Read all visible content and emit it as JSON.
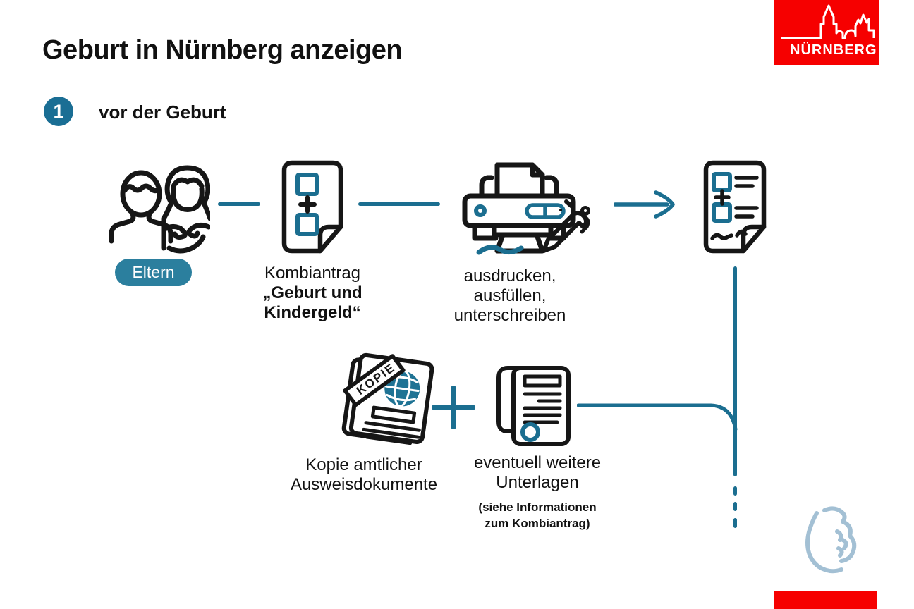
{
  "header": {
    "title": "Geburt in Nürnberg anzeigen"
  },
  "logo": {
    "city": "NÜRNBERG"
  },
  "step": {
    "number": "1",
    "label": "vor der Geburt"
  },
  "flow": {
    "eltern": {
      "label": "Eltern"
    },
    "kombiantrag": {
      "label_line1": "Kombiantrag",
      "label_line2": "„Geburt und",
      "label_line3": "Kindergeld“"
    },
    "ausdrucken": {
      "label_line1": "ausdrucken,",
      "label_line2": "ausfüllen,",
      "label_line3": "unterschreiben"
    },
    "kopie": {
      "stamp": "KOPIE",
      "label_line1": "Kopie amtlicher",
      "label_line2": "Ausweisdokumente"
    },
    "unterlagen": {
      "label_line1": "eventuell weitere",
      "label_line2": "Unterlagen",
      "note_line1": "(siehe Informationen",
      "note_line2": "zum Kombiantrag)"
    }
  },
  "colors": {
    "teal": "#1b6e90",
    "teal_badge": "#1a6e94",
    "teal_pill": "#2b7f9e",
    "icon_black": "#161616",
    "logo_red": "#f60000",
    "watermark_blue": "#a3c0d4"
  }
}
